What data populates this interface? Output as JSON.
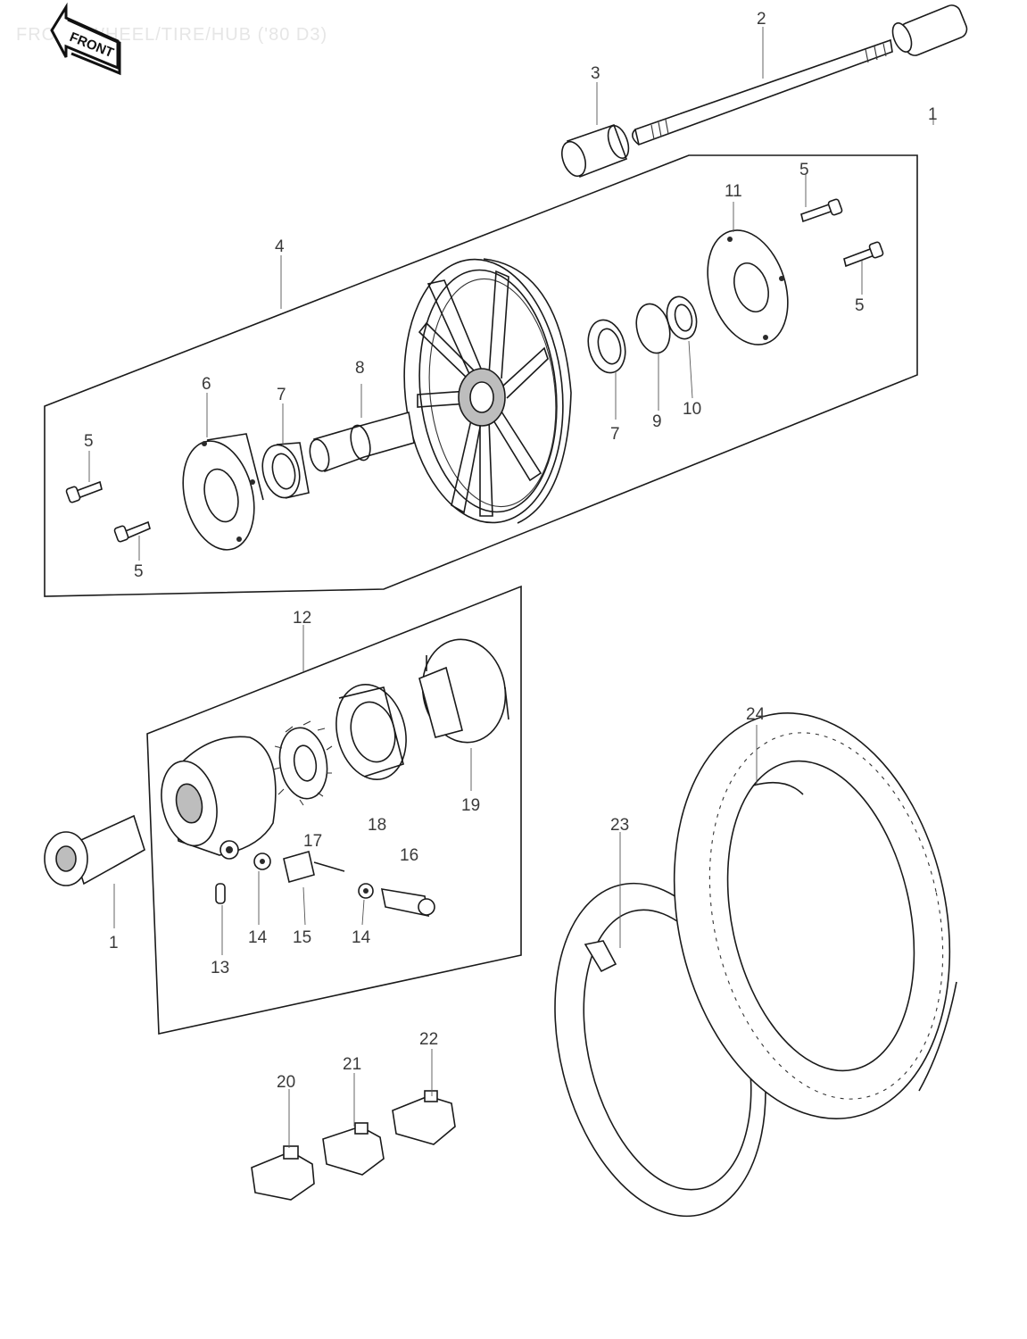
{
  "page_title": "FRONT WHEEL/TIRE/HUB ('80 D3)",
  "front_badge": "FRONT",
  "callouts": [
    "1",
    "2",
    "3",
    "4",
    "5",
    "5",
    "5",
    "5",
    "6",
    "7",
    "7",
    "8",
    "9",
    "10",
    "11",
    "12",
    "13",
    "14",
    "14",
    "15",
    "16",
    "17",
    "18",
    "19",
    "20",
    "21",
    "22",
    "23",
    "24",
    "1"
  ]
}
